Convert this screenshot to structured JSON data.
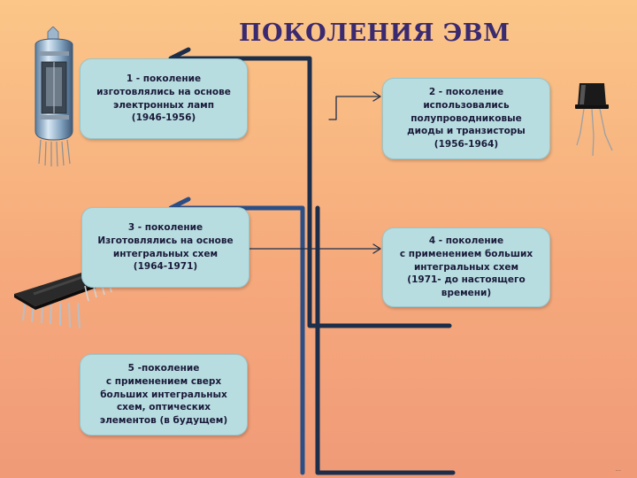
{
  "title": "ПОКОЛЕНИЯ ЭВМ",
  "generations": [
    {
      "id": "gen-1",
      "text": "1 - поколение\nизготовлялись на основе\nэлектронных ламп\n(1946-1956)"
    },
    {
      "id": "gen-2",
      "text": "2 - поколение\nиспользовались\nполупроводниковые\nдиоды и транзисторы\n(1956-1964)"
    },
    {
      "id": "gen-3",
      "text": "3 - поколение\nИзготовлялись на основе\nинтегральных схем\n(1964-1971)"
    },
    {
      "id": "gen-4",
      "text": "4 - поколение\nс применением больших\nинтегральных схем\n(1971- до настоящего\nвремени)"
    },
    {
      "id": "gen-5",
      "text": "5 -поколение\nс применением сверх\nбольших интегральных\nсхем, оптических\nэлементов (в будущем)"
    }
  ],
  "images": [
    "vacuum-tube-image",
    "transistor-image",
    "integrated-circuit-image"
  ],
  "colors": {
    "title": "#3a2a70",
    "box_fill": "#b8dde0",
    "connector": "#1c2e4a",
    "background_top": "#fbc688",
    "background_bottom": "#f09a78"
  },
  "page_mark": "..."
}
